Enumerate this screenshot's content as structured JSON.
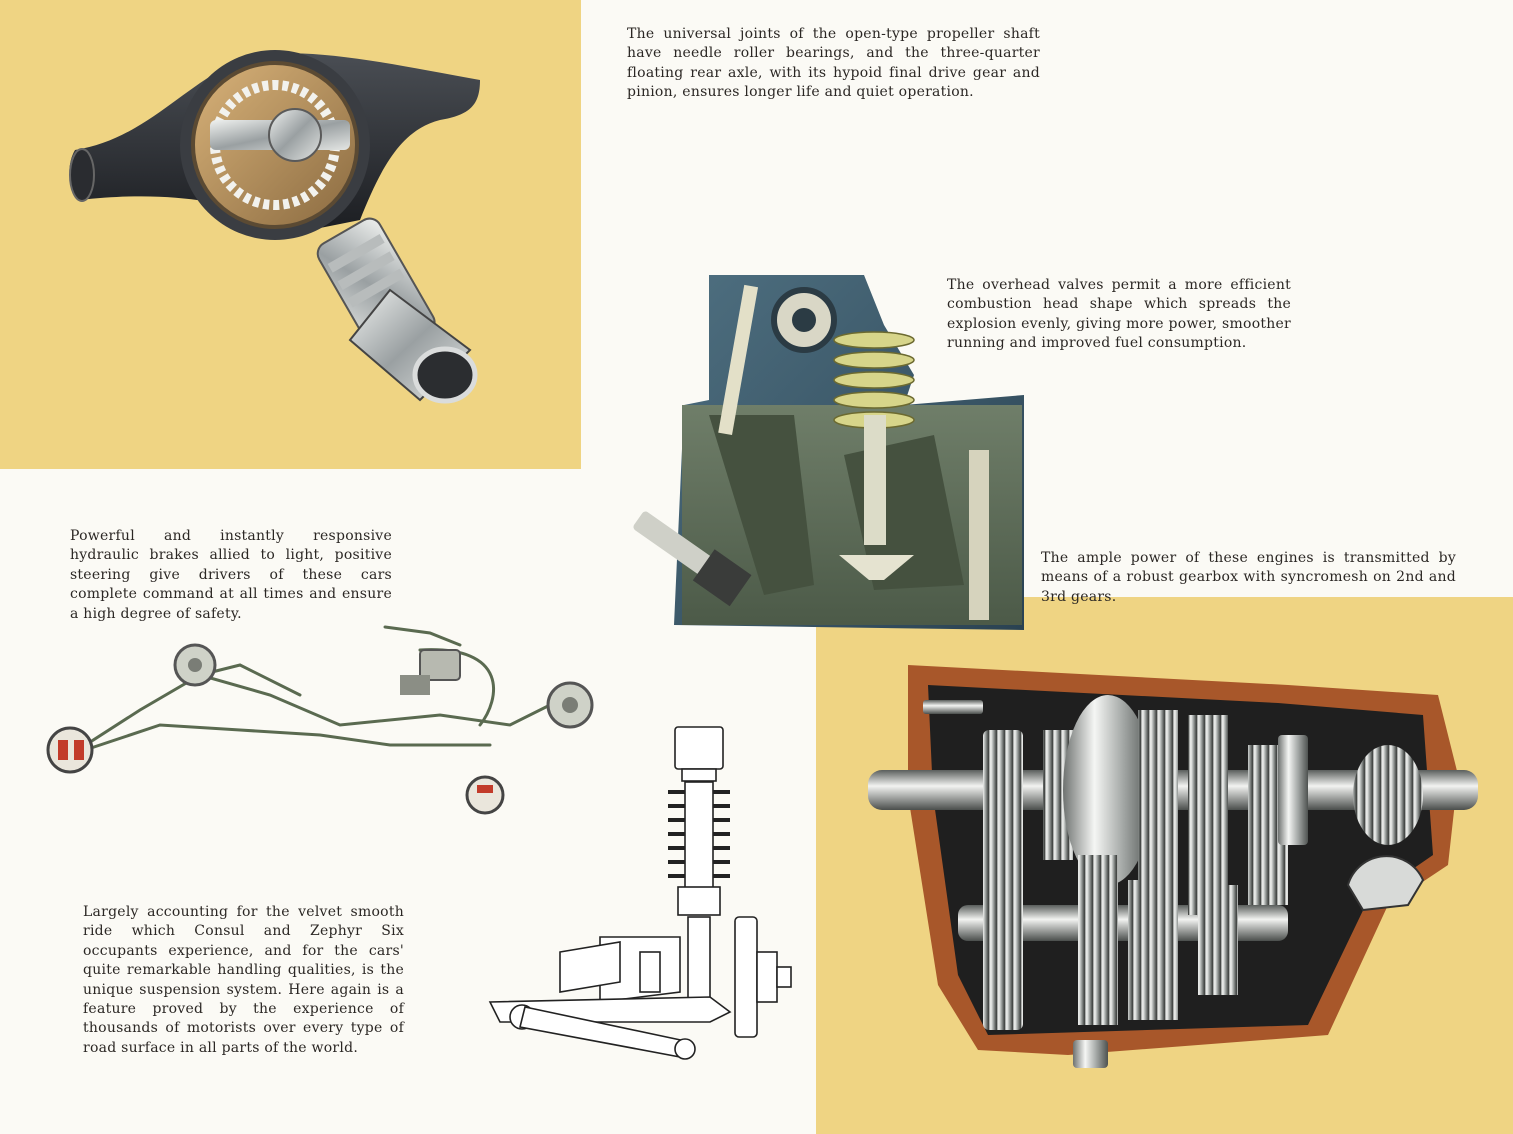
{
  "captions": {
    "rear_axle": "The universal joints of the open-type propeller shaft have needle roller bearings, and the three-quarter floating rear axle, with its hypoid final drive gear and pinion, ensures longer life and quiet operation.",
    "overhead_valves": "The overhead valves permit a more efficient combustion head shape which spreads the explosion evenly, giving more power, smoother running and improved fuel consumption.",
    "gearbox": "The ample power of these engines is transmitted by means of a robust gearbox with syncromesh on 2nd and 3rd gears.",
    "brakes": "Powerful and instantly responsive hydraulic brakes allied to light, positive steering give drivers of these cars complete command at all times and ensure a high degree of safety.",
    "suspension": "Largely accounting for the velvet smooth ride which Consul and Zephyr Six occupants experience, and for the cars' quite remarkable handling qualities, is the unique suspension system. Here again is a feature proved by the experience of thousands of motorists over every type of road surface in all parts of the world."
  },
  "colors": {
    "page": "#fbfaf5",
    "panel_yellow": "#efd483",
    "engine_blue": "#3f5e70",
    "engine_green": "#5d6e5a",
    "gear_steel": "#c9ccc9",
    "gearbox_casing": "#a8572a"
  }
}
